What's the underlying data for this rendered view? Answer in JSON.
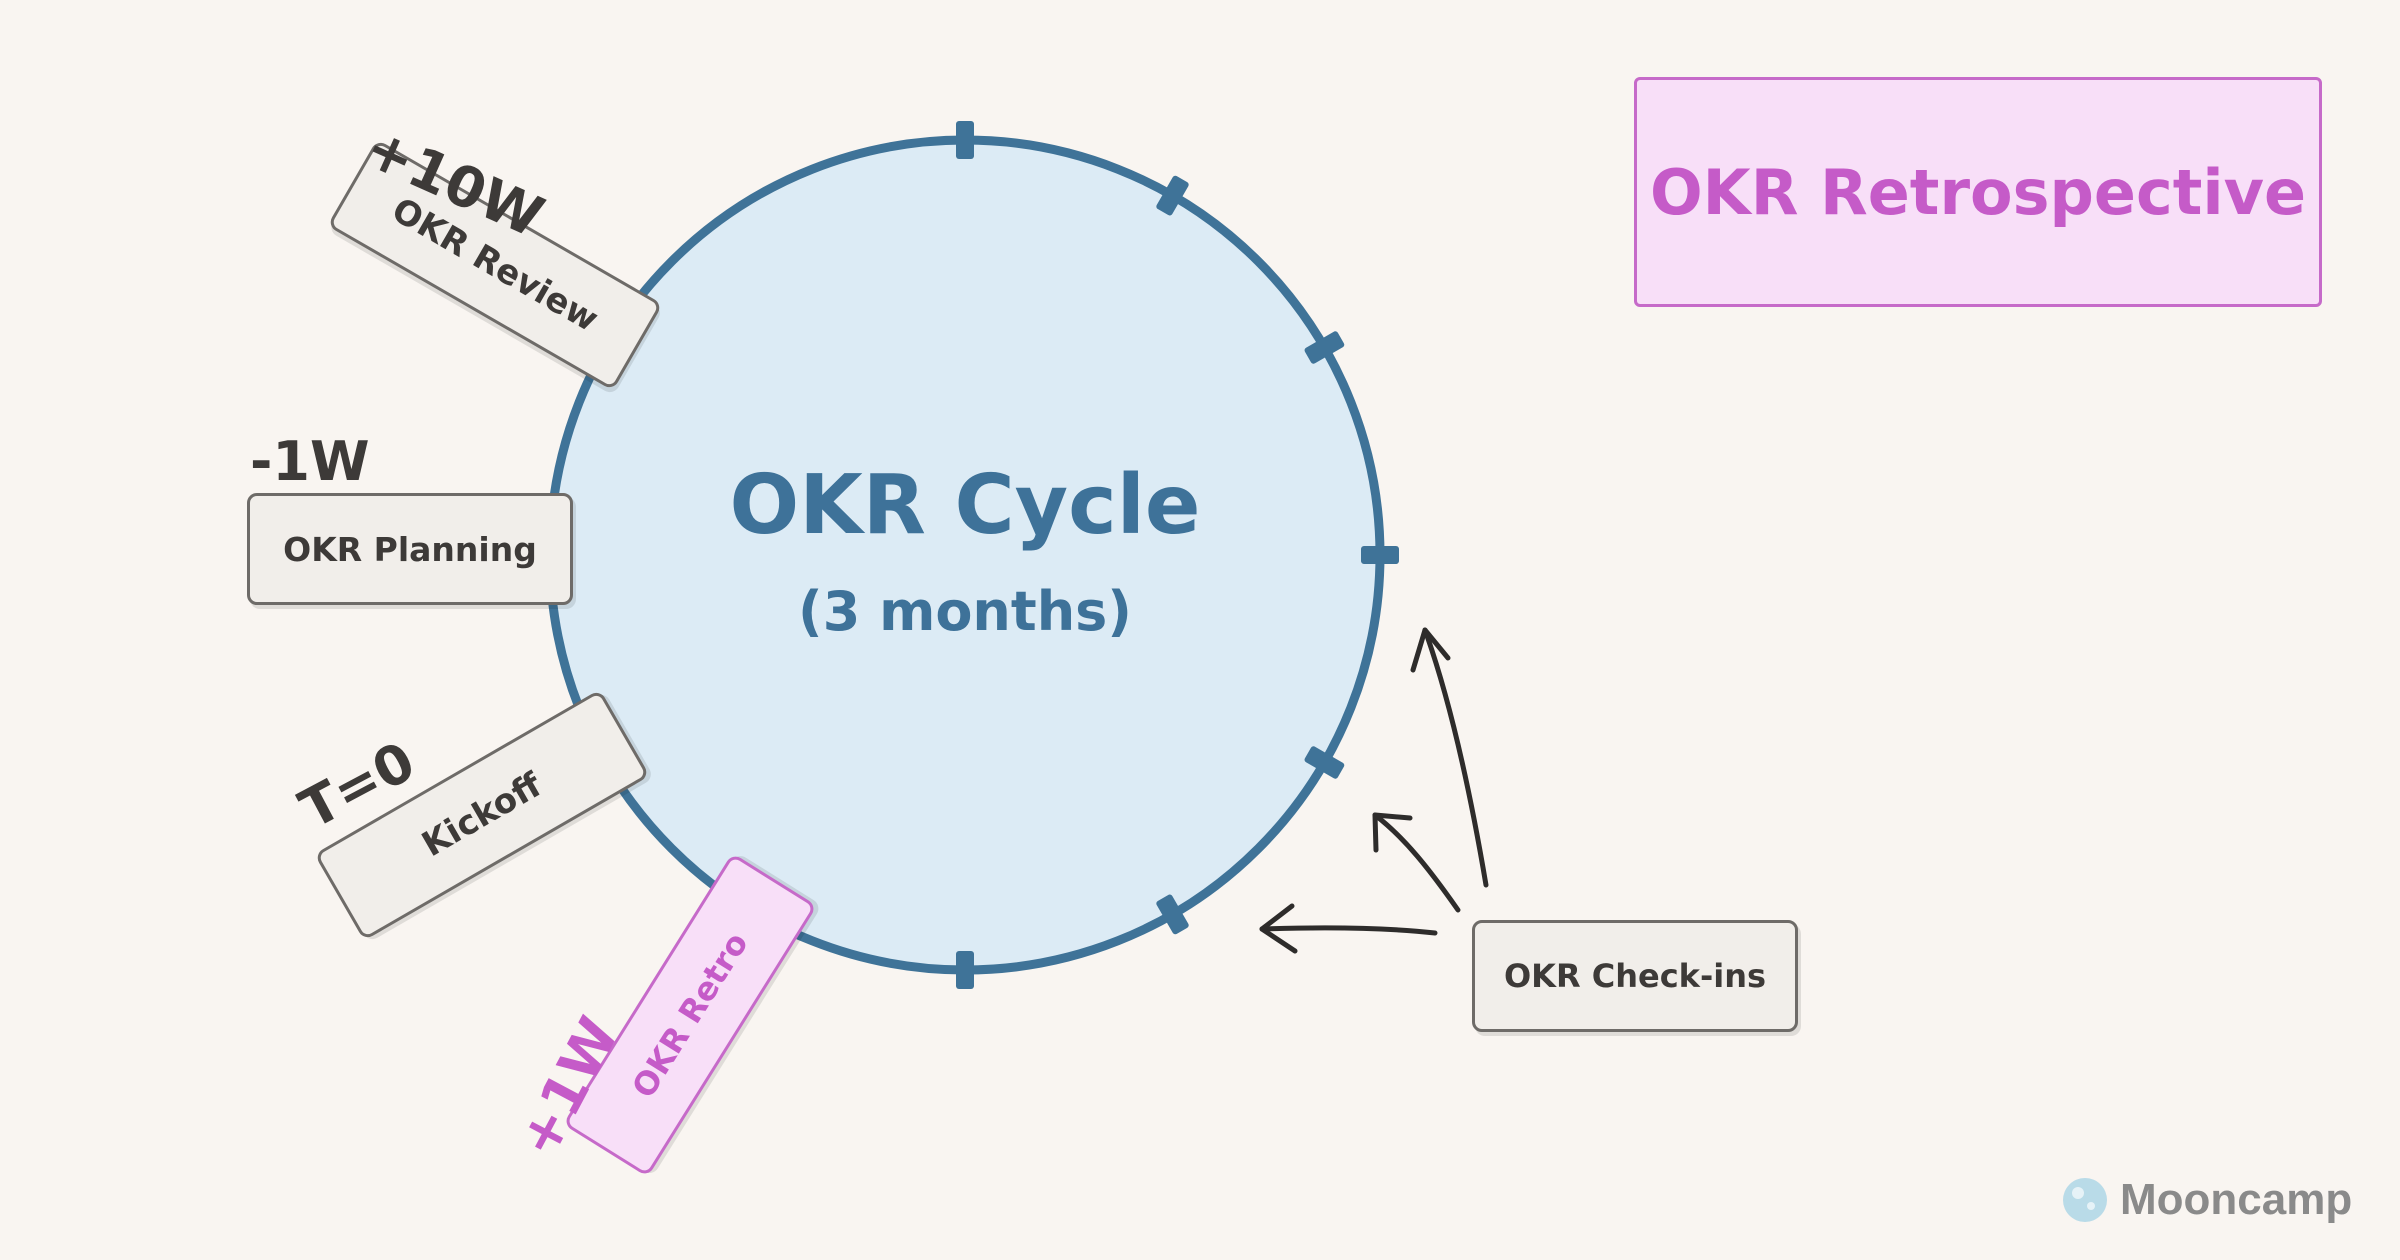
{
  "diagram": {
    "title": "OKR Retrospective",
    "cycle": {
      "title": "OKR Cycle",
      "subtitle": "(3 months)"
    },
    "stages": [
      {
        "label": "OKR Review",
        "delta": "+10W"
      },
      {
        "label": "OKR Planning",
        "delta": "-1W"
      },
      {
        "label": "Kickoff",
        "delta": "T=0"
      },
      {
        "label": "OKR Retro",
        "delta": "+1W"
      }
    ],
    "checkins": {
      "label": "OKR Check-ins"
    }
  },
  "brand": {
    "name": "Mooncamp",
    "icon": "mooncamp-logo-icon"
  },
  "colors": {
    "circle_fill": "#dcebf5",
    "circle_stroke": "#3f7398",
    "accent_pink": "#c55bc8",
    "pink_fill": "#f8dff8",
    "box_fill": "#f1eeea",
    "text_dark": "#3d3a38",
    "background": "#f9f5f1"
  }
}
